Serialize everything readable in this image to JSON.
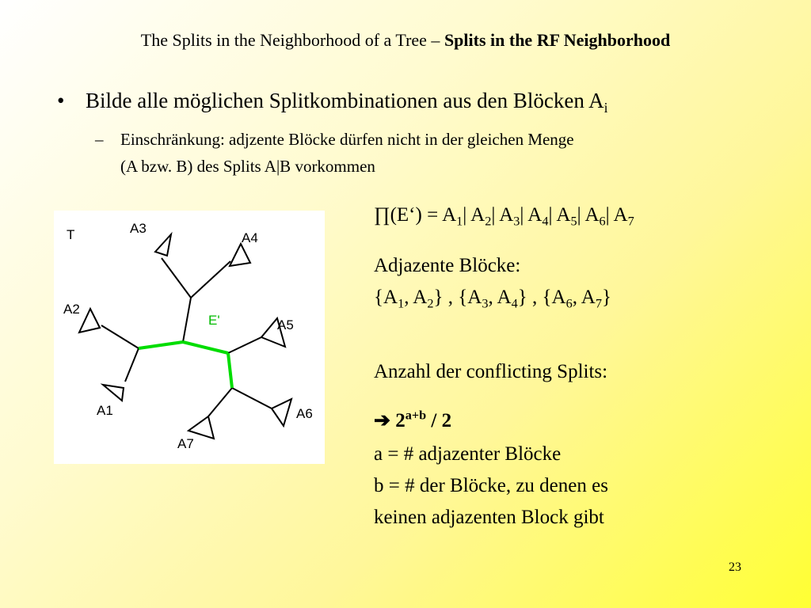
{
  "title": {
    "normal": "The Splits in the Neighborhood of a Tree – ",
    "bold": "Splits in the RF Neighborhood"
  },
  "bullet1": {
    "marker": "•",
    "text": "Bilde alle möglichen Splitkombinationen aus den Blöcken A",
    "sub": "i"
  },
  "bullet2": {
    "marker": "–",
    "line1": "Einschränkung: adjzente Blöcke dürfen nicht in der gleichen Menge",
    "line2": "(A bzw. B) des Splits A|B vorkommen"
  },
  "tree": {
    "label_T": "T",
    "label_E": "E'",
    "leaves": [
      "A1",
      "A2",
      "A3",
      "A4",
      "A5",
      "A6",
      "A7"
    ],
    "edge_color": "#000000",
    "highlight_color": "#00dd00"
  },
  "formula": {
    "lhs": "∏(E‘) = ",
    "blocks": [
      "A",
      "A",
      "A",
      "A",
      "A",
      "A",
      "A"
    ],
    "subs": [
      "1",
      "2",
      "3",
      "4",
      "5",
      "6",
      "7"
    ],
    "sep": "| "
  },
  "adjacent": {
    "heading": "Adjazente Blöcke:",
    "set1": "{A1, A2}",
    "set2": "{A3, A4}",
    "set3": "{A6, A7}"
  },
  "count": {
    "heading": "Anzahl der conflicting Splits:",
    "arrow": "➔",
    "base": "2",
    "exp": "a+b",
    "div": " / 2",
    "line_a": "a = # adjazenter Blöcke",
    "line_b1": "b = # der Blöcke, zu denen es",
    "line_b2": "keinen adjazenten Block gibt"
  },
  "page_number": "23"
}
